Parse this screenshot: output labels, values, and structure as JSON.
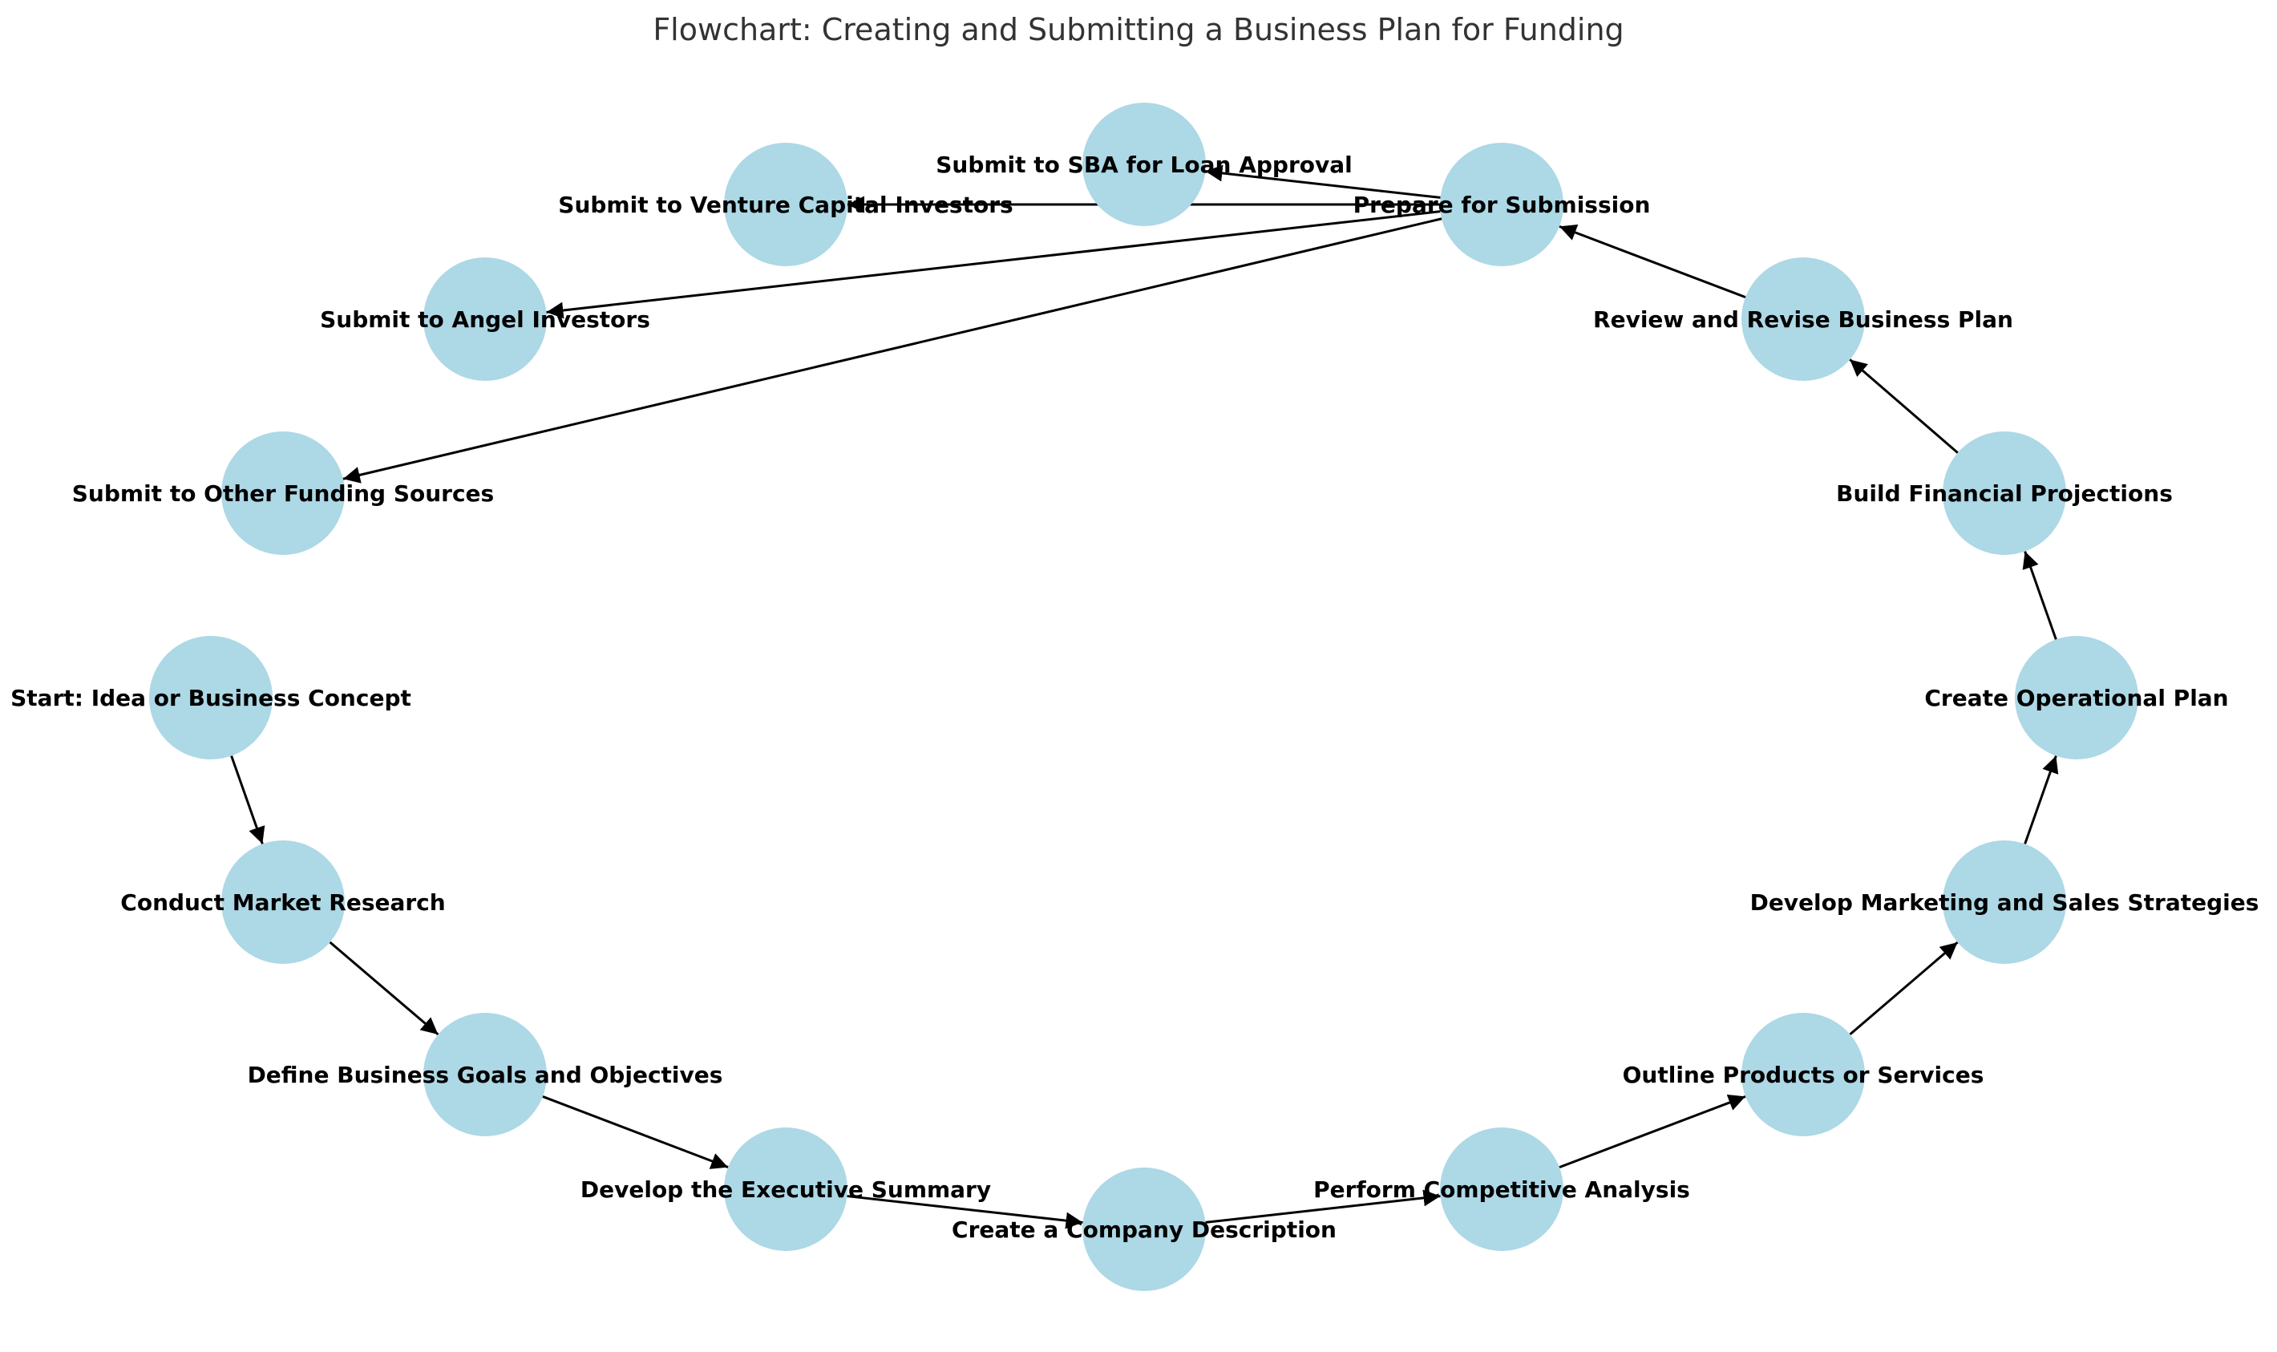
{
  "title": "Flowchart: Creating and Submitting a Business Plan for Funding",
  "colors": {
    "node_fill": "#add8e6",
    "edge": "#000000",
    "label": "#000000",
    "title": "#333333"
  },
  "nodes": [
    {
      "id": "start",
      "label": "Start: Idea or Business Concept"
    },
    {
      "id": "research",
      "label": "Conduct Market Research"
    },
    {
      "id": "goals",
      "label": "Define Business Goals and Objectives"
    },
    {
      "id": "exec",
      "label": "Develop the Executive Summary"
    },
    {
      "id": "company",
      "label": "Create a Company Description"
    },
    {
      "id": "competitive",
      "label": "Perform Competitive Analysis"
    },
    {
      "id": "products",
      "label": "Outline Products or Services"
    },
    {
      "id": "marketing",
      "label": "Develop Marketing and Sales Strategies"
    },
    {
      "id": "operational",
      "label": "Create Operational Plan"
    },
    {
      "id": "financial",
      "label": "Build Financial Projections"
    },
    {
      "id": "review",
      "label": "Review and Revise Business Plan"
    },
    {
      "id": "prepare",
      "label": "Prepare for Submission"
    },
    {
      "id": "sba",
      "label": "Submit to SBA for Loan Approval"
    },
    {
      "id": "vc",
      "label": "Submit to Venture Capital Investors"
    },
    {
      "id": "angel",
      "label": "Submit to Angel Investors"
    },
    {
      "id": "other",
      "label": "Submit to Other Funding Sources"
    }
  ],
  "edges": [
    {
      "from": "start",
      "to": "research"
    },
    {
      "from": "research",
      "to": "goals"
    },
    {
      "from": "goals",
      "to": "exec"
    },
    {
      "from": "exec",
      "to": "company"
    },
    {
      "from": "company",
      "to": "competitive"
    },
    {
      "from": "competitive",
      "to": "products"
    },
    {
      "from": "products",
      "to": "marketing"
    },
    {
      "from": "marketing",
      "to": "operational"
    },
    {
      "from": "operational",
      "to": "financial"
    },
    {
      "from": "financial",
      "to": "review"
    },
    {
      "from": "review",
      "to": "prepare"
    },
    {
      "from": "prepare",
      "to": "sba"
    },
    {
      "from": "prepare",
      "to": "vc"
    },
    {
      "from": "prepare",
      "to": "angel"
    },
    {
      "from": "prepare",
      "to": "other"
    }
  ]
}
